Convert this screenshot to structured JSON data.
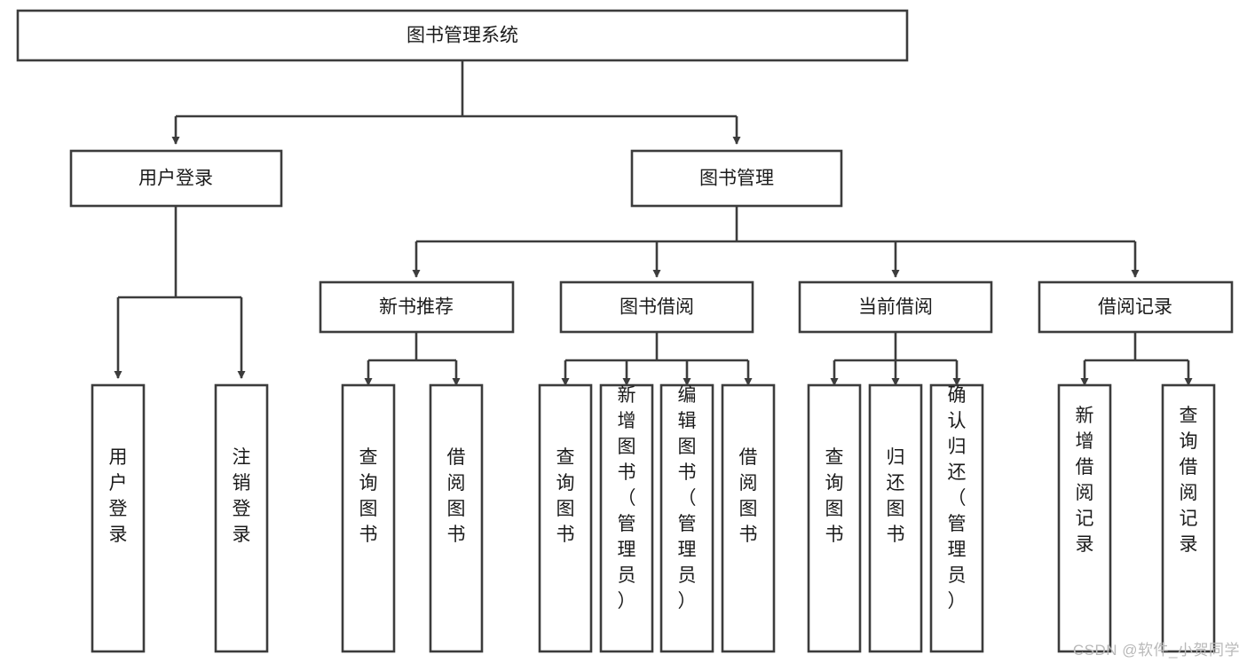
{
  "diagram": {
    "title": "图书管理系统",
    "type": "tree",
    "orientation": "top-down",
    "nodes": {
      "root": {
        "label": "图书管理系统",
        "level": 0,
        "text_orientation": "horizontal"
      },
      "level2": [
        {
          "id": "user-login",
          "label": "用户登录",
          "text_orientation": "horizontal"
        },
        {
          "id": "book-management",
          "label": "图书管理",
          "text_orientation": "horizontal"
        }
      ],
      "level3": [
        {
          "id": "new-book-recommend",
          "label": "新书推荐",
          "text_orientation": "horizontal"
        },
        {
          "id": "book-borrow",
          "label": "图书借阅",
          "text_orientation": "horizontal"
        },
        {
          "id": "current-borrow",
          "label": "当前借阅",
          "text_orientation": "horizontal"
        },
        {
          "id": "borrow-record",
          "label": "借阅记录",
          "text_orientation": "horizontal"
        }
      ],
      "leaves": [
        {
          "id": "leaf-user-login",
          "label": "用户登录",
          "parent": "user-login",
          "text_orientation": "vertical"
        },
        {
          "id": "leaf-user-logout",
          "label": "注销登录",
          "parent": "user-login",
          "text_orientation": "vertical"
        },
        {
          "id": "leaf-query-book-1",
          "label": "查询图书",
          "parent": "new-book-recommend",
          "text_orientation": "vertical"
        },
        {
          "id": "leaf-borrow-book-1",
          "label": "借阅图书",
          "parent": "new-book-recommend",
          "text_orientation": "vertical"
        },
        {
          "id": "leaf-query-book-2",
          "label": "查询图书",
          "parent": "book-borrow",
          "text_orientation": "vertical"
        },
        {
          "id": "leaf-add-book",
          "label": "新增图书（管理员）",
          "parent": "book-borrow",
          "text_orientation": "vertical"
        },
        {
          "id": "leaf-edit-book",
          "label": "编辑图书（管理员）",
          "parent": "book-borrow",
          "text_orientation": "vertical"
        },
        {
          "id": "leaf-borrow-book-2",
          "label": "借阅图书",
          "parent": "book-borrow",
          "text_orientation": "vertical"
        },
        {
          "id": "leaf-query-book-3",
          "label": "查询图书",
          "parent": "current-borrow",
          "text_orientation": "vertical"
        },
        {
          "id": "leaf-return-book",
          "label": "归还图书",
          "parent": "current-borrow",
          "text_orientation": "vertical"
        },
        {
          "id": "leaf-confirm-return",
          "label": "确认归还（管理员）",
          "parent": "current-borrow",
          "text_orientation": "vertical"
        },
        {
          "id": "leaf-add-record",
          "label": "新增借阅记录",
          "parent": "borrow-record",
          "text_orientation": "vertical"
        },
        {
          "id": "leaf-query-record",
          "label": "查询借阅记录",
          "parent": "borrow-record",
          "text_orientation": "vertical"
        }
      ]
    },
    "colors": {
      "stroke": "#3c3c3c",
      "fill": "#ffffff",
      "text": "#1b1b1b",
      "watermark": "#b9b9b9"
    }
  },
  "watermark": {
    "text": "CSDN @软件_小贺同学"
  }
}
